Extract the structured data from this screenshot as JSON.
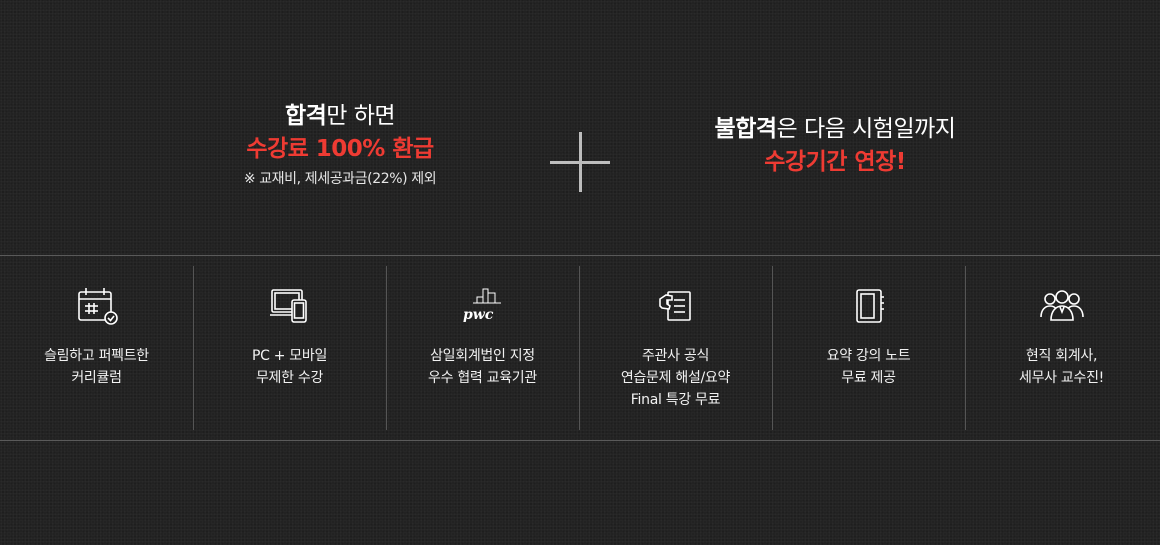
{
  "promo_left": {
    "line1_bold": "합격",
    "line1_rest": "만 하면",
    "line2": "수강료 100% 환급",
    "note": "※ 교재비, 제세공과금(22%) 제외"
  },
  "promo_right": {
    "line1_bold": "불합격",
    "line1_rest": "은 다음 시험일까지",
    "line2": "수강기간 연장!"
  },
  "icons": {
    "plus": "plus-icon",
    "pwc_logo_text": "pwc"
  },
  "features": [
    {
      "icon": "calendar-check-icon",
      "lines": [
        "슬림하고 퍼펙트한",
        "커리큘럼"
      ]
    },
    {
      "icon": "devices-icon",
      "lines": [
        "PC + 모바일",
        "무제한 수강"
      ]
    },
    {
      "icon": "pwc-logo-icon",
      "lines": [
        "삼일회계법인 지정",
        "우수 협력 교육기관"
      ]
    },
    {
      "icon": "document-hand-icon",
      "lines": [
        "주관사 공식",
        "연습문제 해설/요약",
        "Final 특강 무료"
      ]
    },
    {
      "icon": "notebook-icon",
      "lines": [
        "요약 강의 노트",
        "무료 제공"
      ]
    },
    {
      "icon": "group-people-icon",
      "lines": [
        "현직 회계사,",
        "세무사 교수진!"
      ]
    }
  ],
  "colors": {
    "background": "#222222",
    "accent_red": "#ee3b33",
    "text": "#ffffff",
    "divider": "#5a5a5a"
  }
}
